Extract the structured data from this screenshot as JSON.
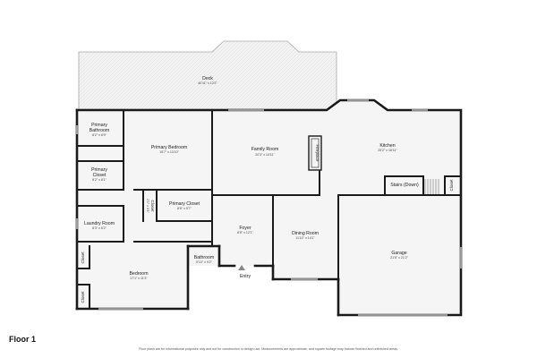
{
  "floor": "Floor 1",
  "disclaimer": "Floor plans are for informational purposes only and not for construction or design use. Measurements are approximate, and square footage may include finished and unfinished areas.",
  "entry": "Entry",
  "rooms": {
    "deck": {
      "name": "Deck",
      "dim": "40'11\" x 12'2\""
    },
    "primary_bathroom": {
      "name1": "Primary",
      "name2": "Bathroom",
      "dim": "8'2\" x 8'9\""
    },
    "primary_closet_small": {
      "name1": "Primary",
      "name2": "Closet",
      "dim": "8'2\" x 8'1\""
    },
    "laundry": {
      "name": "Laundry Room",
      "dim": "8'3\" x 6'2\""
    },
    "primary_bedroom": {
      "name": "Primary Bedroom",
      "dim": "15'7\" x 13'10\""
    },
    "family_room": {
      "name": "Family Room",
      "dim": "20'3\" x 14'11\""
    },
    "fireplace": {
      "name": "Fireplace"
    },
    "kitchen": {
      "name": "Kitchen",
      "dim": "25'2\" x 16'11\""
    },
    "stairs": {
      "name": "Stairs (Down)"
    },
    "closet_kitchen": {
      "name": "Closet"
    },
    "closet_center": {
      "name": "Closet",
      "dim": "2'1\" x 3'1\""
    },
    "primary_closet_walkin": {
      "name": "Primary Closet",
      "dim": "8'6\" x 5'7\""
    },
    "foyer": {
      "name": "Foyer",
      "dim": "8'8\" x 12'1\""
    },
    "dining": {
      "name": "Dining Room",
      "dim": "11'10\" x 14'1\""
    },
    "garage": {
      "name": "Garage",
      "dim": "21'5\" x 21'2\""
    },
    "bathroom": {
      "name": "Bathroom",
      "dim": "5'10\" x 9'2\""
    },
    "bedroom": {
      "name": "Bedroom",
      "dim": "17'1\" x 11'3\""
    },
    "closet_bed_top": {
      "name": "Closet"
    },
    "closet_bed_bottom": {
      "name": "Closet"
    }
  }
}
